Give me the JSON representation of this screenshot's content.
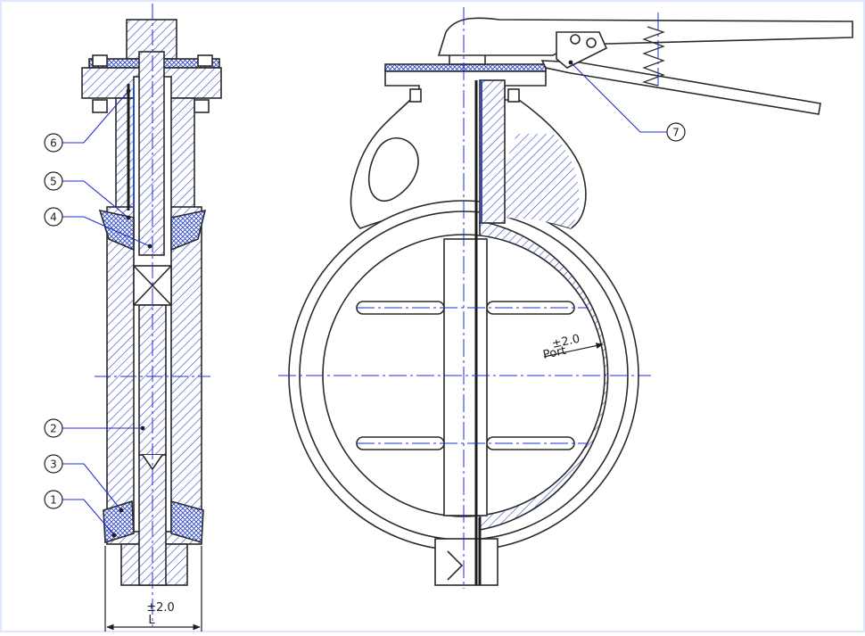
{
  "drawing": {
    "callouts": [
      "1",
      "2",
      "3",
      "4",
      "5",
      "6",
      "7"
    ],
    "dimension_tolerance": "±2.0",
    "dimension_L_label": "L",
    "port_tolerance": "±2.0",
    "port_label": "Port"
  },
  "colors": {
    "outline": "#2a2a2a",
    "hatch": "#2f49c8",
    "centerline": "#1f2fd6",
    "liner": "#1d1d1d",
    "leader": "#1f2fd6",
    "border": "#dde7ff"
  }
}
